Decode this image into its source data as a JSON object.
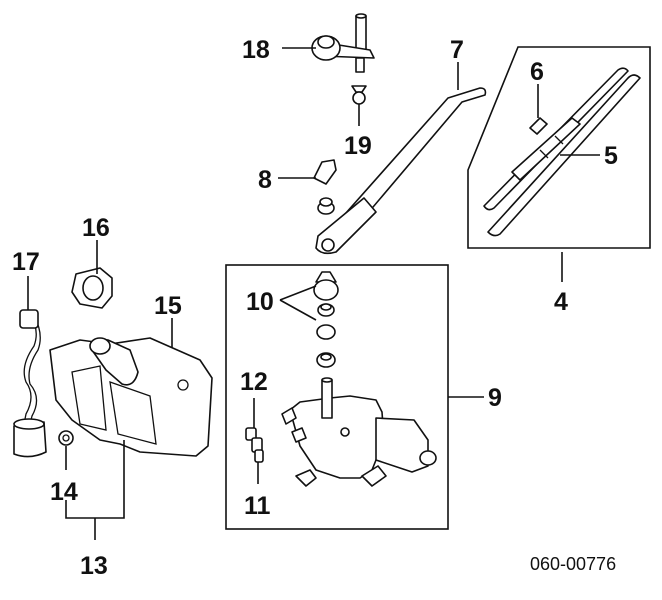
{
  "callouts": {
    "c4": "4",
    "c5": "5",
    "c6": "6",
    "c7": "7",
    "c8": "8",
    "c9": "9",
    "c10": "10",
    "c11": "11",
    "c12": "12",
    "c13": "13",
    "c14": "14",
    "c15": "15",
    "c16": "16",
    "c17": "17",
    "c18": "18",
    "c19": "19"
  },
  "diagram_code": "060-00776"
}
